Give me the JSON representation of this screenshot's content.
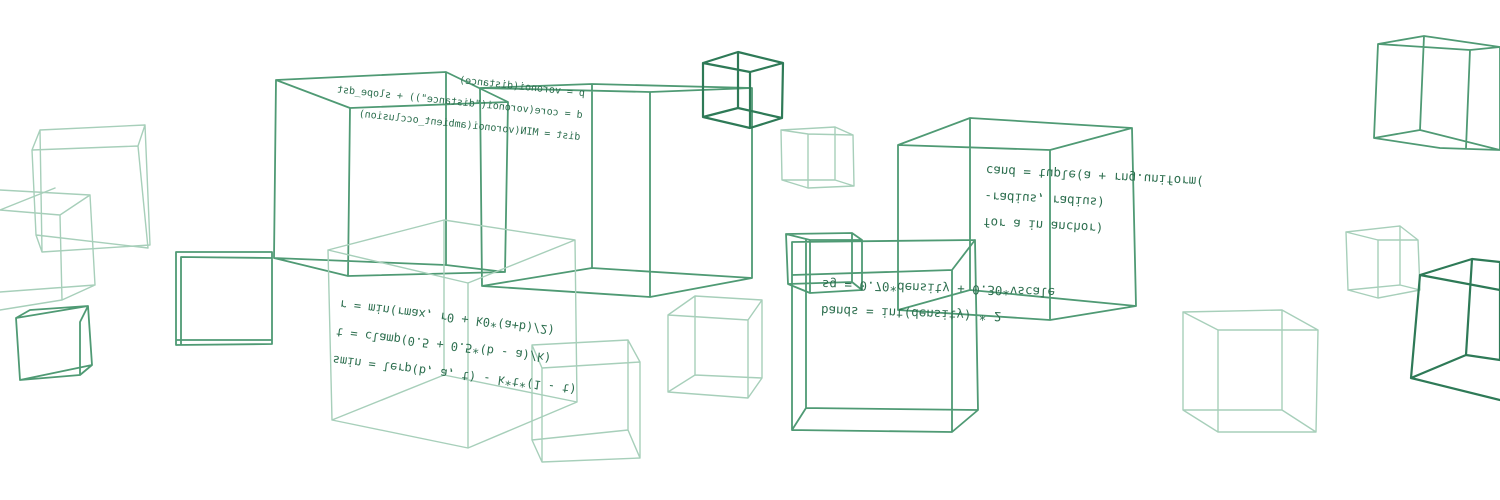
{
  "palette": {
    "background": "#ffffff",
    "dark_green": "#2e7a57",
    "mid_green": "#4f9a74",
    "light_green": "#a7cfba",
    "text_green": "#2c6e4e"
  },
  "code_snippets": {
    "dist": {
      "lines": [
        "dist = MIN(voronoi(ambient_occlusion)",
        "d = core(voronoi(\"distance\")) + slope_dst",
        "p = voronoi(distance)"
      ]
    },
    "radius": {
      "lines": [
        "r = min(rmax, r0 + k0*(a+b)/2)",
        "t = clamp(0.5 + 0.5*(b - a)/k)",
        "smin = lerp(b, a, t) - k*t*(1 - t)"
      ]
    },
    "cand": {
      "lines": [
        "cand = tuple(a + rng.uniform(",
        "-radius, radius)",
        "for a in anchor)"
      ]
    },
    "bands": {
      "lines": [
        "sg = 0.70*density + 0.30*vscale",
        "bands = int(density) * 2"
      ]
    }
  }
}
